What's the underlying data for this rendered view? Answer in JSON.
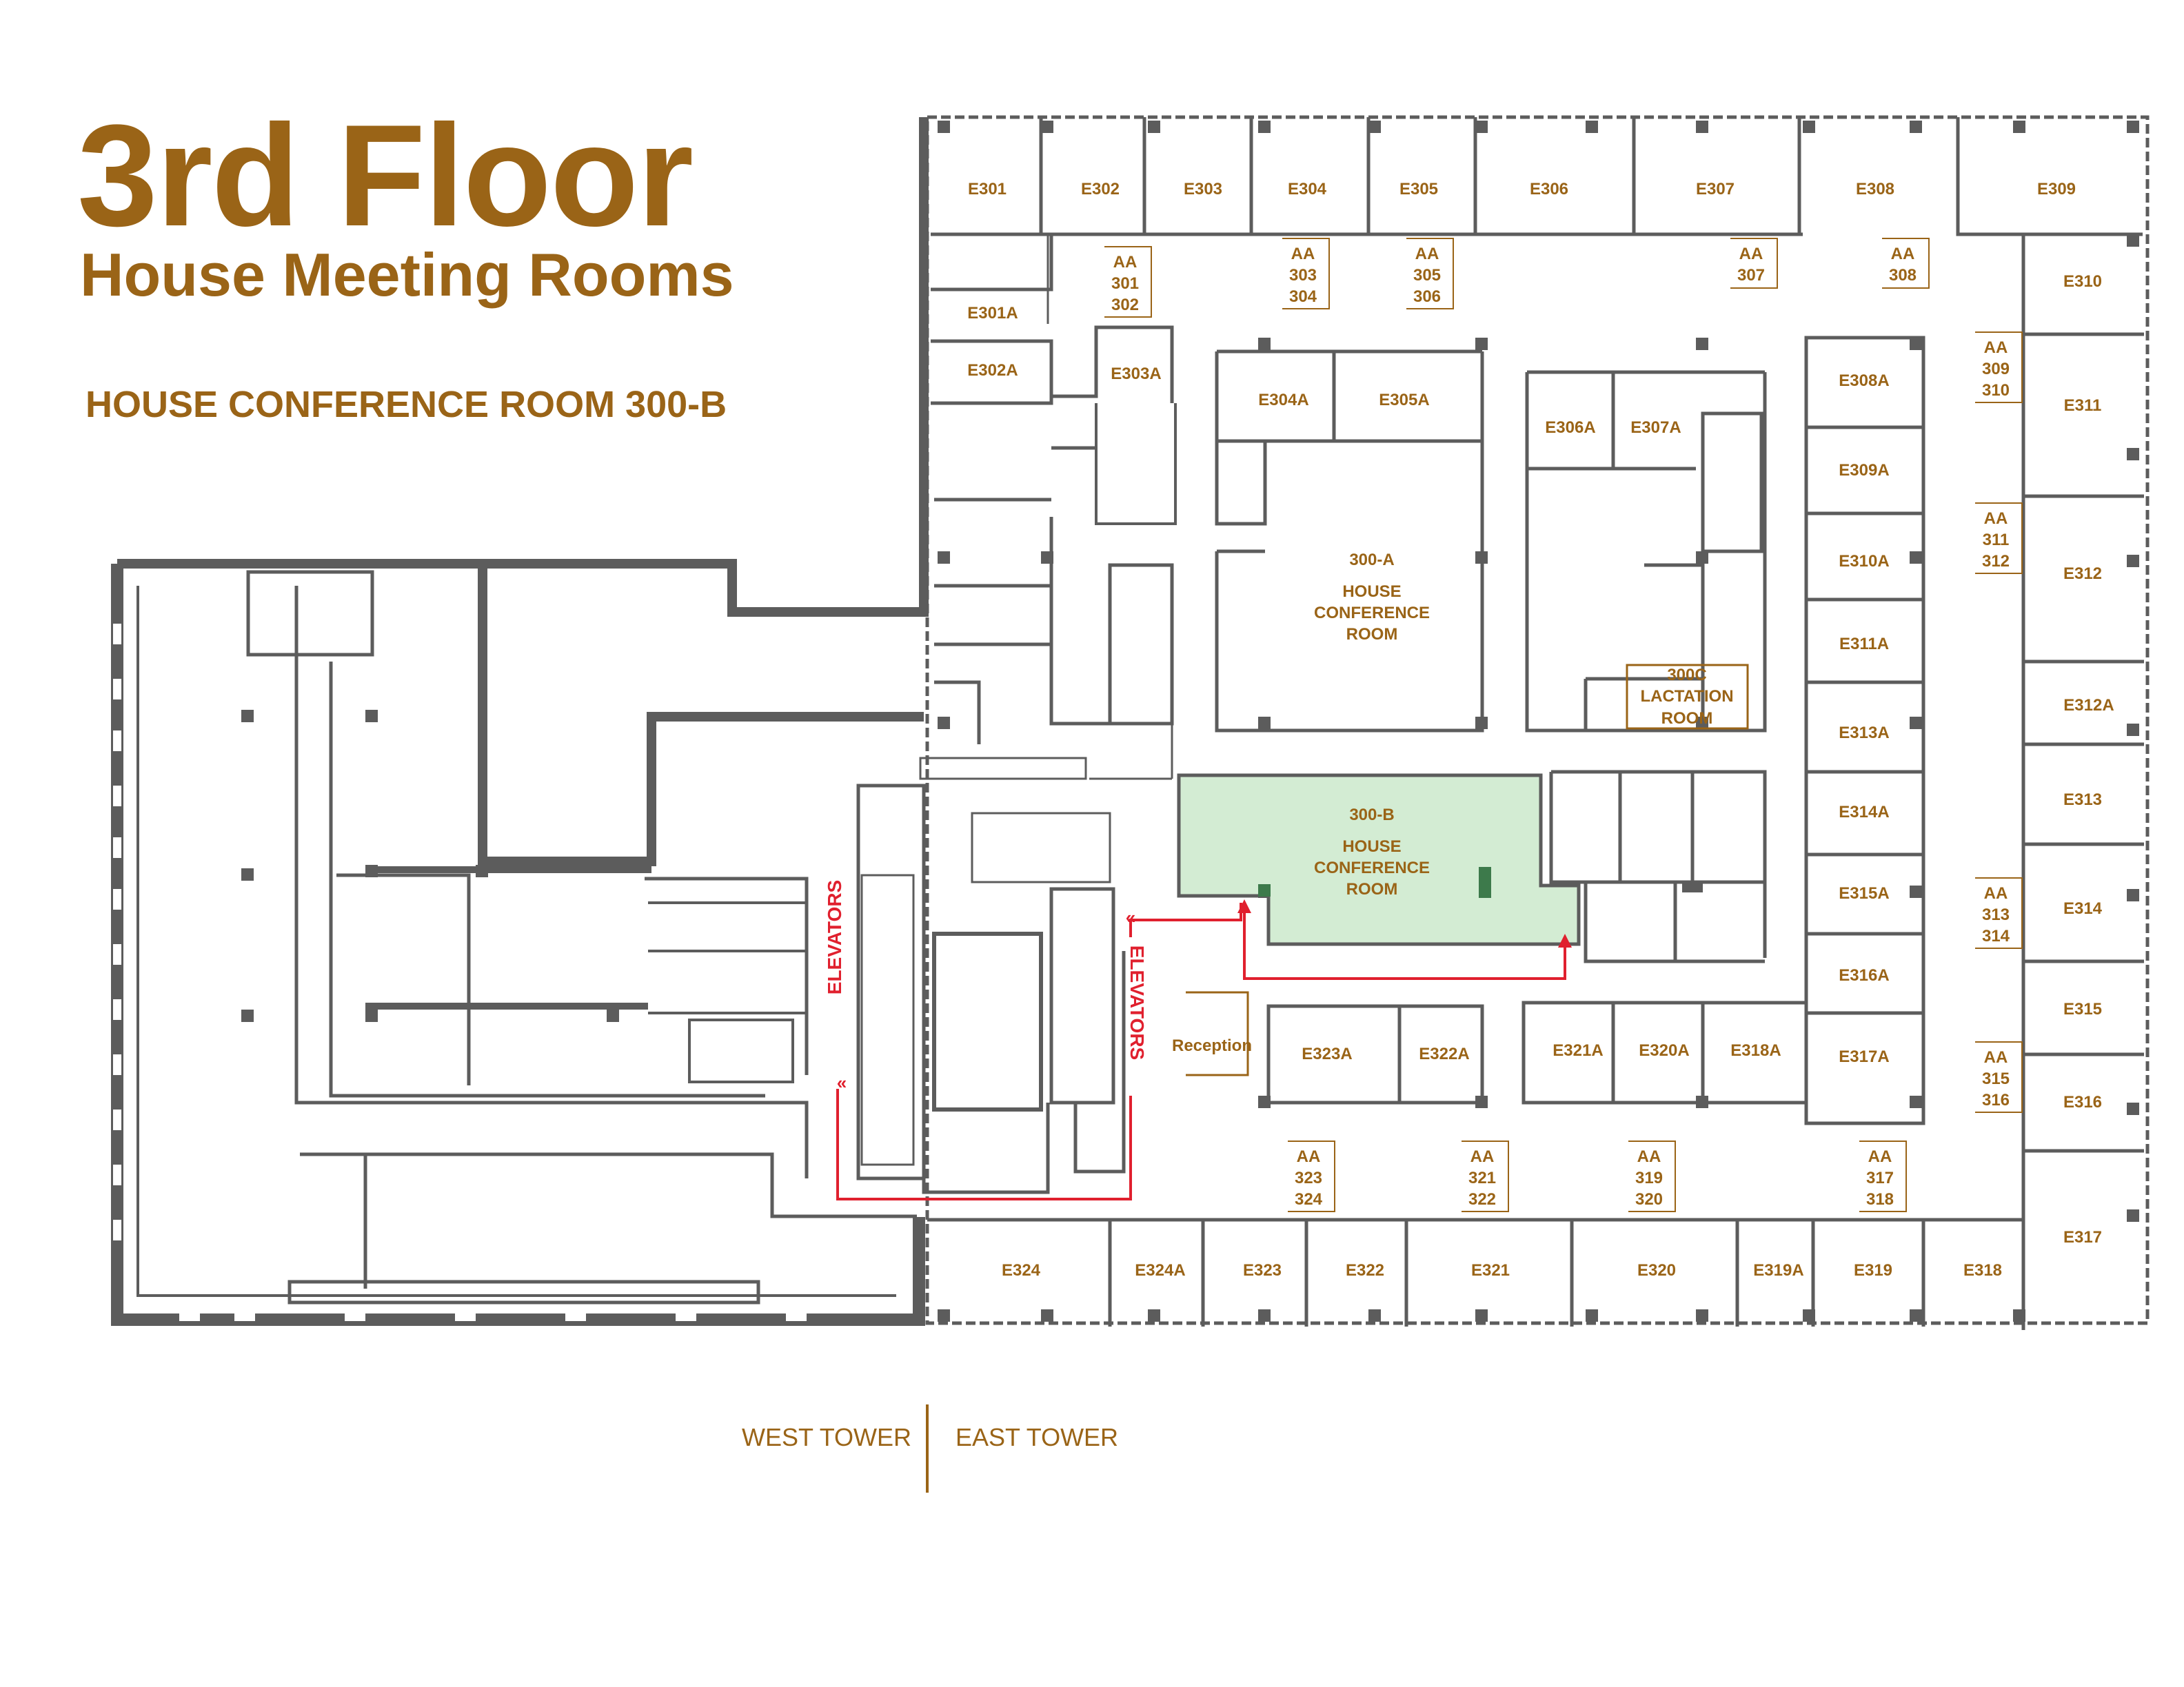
{
  "header": {
    "title": "3rd Floor",
    "subtitle": "House Meeting Rooms",
    "highlighted_room": "HOUSE CONFERENCE ROOM 300-B"
  },
  "towers": {
    "west": "WEST TOWER",
    "east": "EAST TOWER"
  },
  "colors": {
    "brand_gold": "#9a6417",
    "walls": "#5c5c5c",
    "highlight_fill": "#d3ecd3",
    "route_red": "#e0202e"
  },
  "labels": {
    "elevators_left": "ELEVATORS",
    "elevators_right": "ELEVATORS",
    "reception": "Reception"
  },
  "rooms": {
    "top": [
      "E301",
      "E302",
      "E303",
      "E304",
      "E305",
      "E306",
      "E307",
      "E308",
      "E309"
    ],
    "west_inner": [
      "E301A",
      "E302A",
      "E303A"
    ],
    "north_block": [
      "E304A",
      "E305A",
      "E306A",
      "E307A"
    ],
    "east_inner": [
      "E308A",
      "E309A",
      "E310A",
      "E311A",
      "E313A",
      "E314A",
      "E315A",
      "E316A",
      "E317A"
    ],
    "east_outer": [
      "E310",
      "E311",
      "E312",
      "E312A",
      "E313",
      "E314",
      "E315",
      "E316",
      "E317"
    ],
    "south_inner": [
      "E323A",
      "E322A",
      "E321A",
      "E320A",
      "E318A"
    ],
    "bottom": [
      "E324",
      "E324A",
      "E323",
      "E322",
      "E321",
      "E320",
      "E319A",
      "E319",
      "E318"
    ]
  },
  "conference_rooms": {
    "a": {
      "id": "300-A",
      "line1": "HOUSE",
      "line2": "CONFERENCE",
      "line3": "ROOM"
    },
    "b": {
      "id": "300-B",
      "line1": "HOUSE",
      "line2": "CONFERENCE",
      "line3": "ROOM"
    },
    "c": {
      "id": "300C",
      "line1": "LACTATION",
      "line2": "ROOM"
    }
  },
  "aa_labels": [
    {
      "prefix": "AA",
      "n1": "301",
      "n2": "302"
    },
    {
      "prefix": "AA",
      "n1": "303",
      "n2": "304"
    },
    {
      "prefix": "AA",
      "n1": "305",
      "n2": "306"
    },
    {
      "prefix": "AA",
      "n1": "307",
      "n2": ""
    },
    {
      "prefix": "AA",
      "n1": "308",
      "n2": ""
    },
    {
      "prefix": "AA",
      "n1": "309",
      "n2": "310"
    },
    {
      "prefix": "AA",
      "n1": "311",
      "n2": "312"
    },
    {
      "prefix": "AA",
      "n1": "313",
      "n2": "314"
    },
    {
      "prefix": "AA",
      "n1": "315",
      "n2": "316"
    },
    {
      "prefix": "AA",
      "n1": "323",
      "n2": "324"
    },
    {
      "prefix": "AA",
      "n1": "321",
      "n2": "322"
    },
    {
      "prefix": "AA",
      "n1": "319",
      "n2": "320"
    },
    {
      "prefix": "AA",
      "n1": "317",
      "n2": "318"
    }
  ]
}
